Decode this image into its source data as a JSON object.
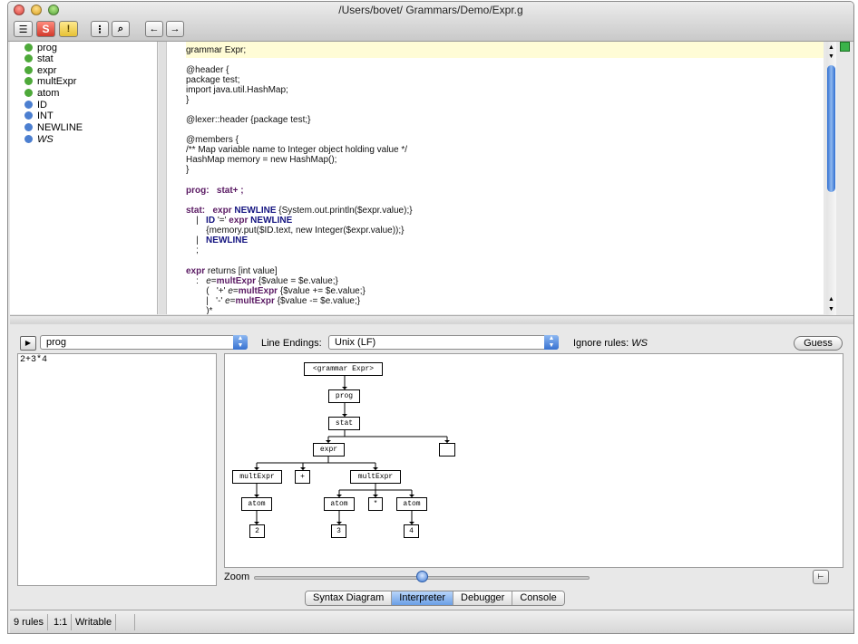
{
  "window": {
    "title": "/Users/bovet/ Grammars/Demo/Expr.g"
  },
  "toolbar": {
    "rules_tree": "☰",
    "syntax_btn": "S",
    "warning_btn": "!",
    "sort_btn": "⋮",
    "find_btn": "⌕",
    "back_btn": "←",
    "forward_btn": "→"
  },
  "rules": [
    {
      "name": "prog",
      "kind": "parser"
    },
    {
      "name": "stat",
      "kind": "parser"
    },
    {
      "name": "expr",
      "kind": "parser"
    },
    {
      "name": "multExpr",
      "kind": "parser"
    },
    {
      "name": "atom",
      "kind": "parser"
    },
    {
      "name": "ID",
      "kind": "lexer"
    },
    {
      "name": "INT",
      "kind": "lexer"
    },
    {
      "name": "NEWLINE",
      "kind": "lexer"
    },
    {
      "name": "WS",
      "kind": "lexer",
      "italic": true
    }
  ],
  "code": {
    "l1": "grammar Expr;",
    "l2": "@header {",
    "l3": "package test;",
    "l4": "import java.util.HashMap;",
    "l5": "}",
    "l6": "@lexer::header {package test;}",
    "l7": "@members {",
    "l8": "/** Map variable name to Integer object holding value */",
    "l9": "HashMap memory = new HashMap();",
    "l10": "}",
    "prog_kw": "prog:",
    "prog_body": "   stat+ ;",
    "stat_kw": "stat:",
    "stat_expr": "   expr ",
    "stat_newline": "NEWLINE",
    "stat_action": " {System.out.println($expr.value);}",
    "alt2_bar": "    |   ",
    "alt2_id": "ID",
    "alt2_eq": " '=' ",
    "alt2_expr": "expr ",
    "alt2_nl": "NEWLINE",
    "alt2_action": "        {memory.put($ID.text, new Integer($expr.value));}",
    "alt3_bar": "    |   ",
    "alt3_nl": "NEWLINE",
    "stat_end": "    ;",
    "expr_kw": "expr",
    "expr_ret": " returns [int value]",
    "expr_colon": "    :   ",
    "expr_e": "e",
    "expr_eq": "=",
    "expr_mult": "multExpr",
    "expr_action": " {$value = $e.value;}",
    "expr_open": "        (   '+' ",
    "expr_e2": "e",
    "expr_eq2": "=",
    "expr_mult2": "multExpr",
    "expr_action2": " {$value += $e.value;}",
    "expr_or": "        |   '-' ",
    "expr_e3": "e",
    "expr_eq3": "=",
    "expr_mult3": "multExpr",
    "expr_action3": " {$value -= $e.value;}",
    "expr_close": "        )*"
  },
  "interpreter": {
    "start_rule": "prog",
    "line_endings_label": "Line Endings:",
    "line_endings_value": "Unix (LF)",
    "ignore_label": "Ignore rules:",
    "ignore_value": "WS",
    "guess_label": "Guess",
    "input_text": "2+3*4",
    "zoom_label": "Zoom",
    "zoom_level": 0.5
  },
  "parse_tree": {
    "root": "<grammar Expr>",
    "prog": "prog",
    "stat": "stat",
    "expr": "expr",
    "empty": "",
    "multExpr_left": "multExpr",
    "plus": "+",
    "multExpr_right": "multExpr",
    "atom_left": "atom",
    "atom_mid": "atom",
    "star": "*",
    "atom_right": "atom",
    "leaf_2": "2",
    "leaf_3": "3",
    "leaf_4": "4"
  },
  "tabs": [
    {
      "label": "Syntax Diagram",
      "active": false
    },
    {
      "label": "Interpreter",
      "active": true
    },
    {
      "label": "Debugger",
      "active": false
    },
    {
      "label": "Console",
      "active": false
    }
  ],
  "status": {
    "rules_count": "9 rules",
    "cursor": "1:1",
    "mode": "Writable"
  }
}
